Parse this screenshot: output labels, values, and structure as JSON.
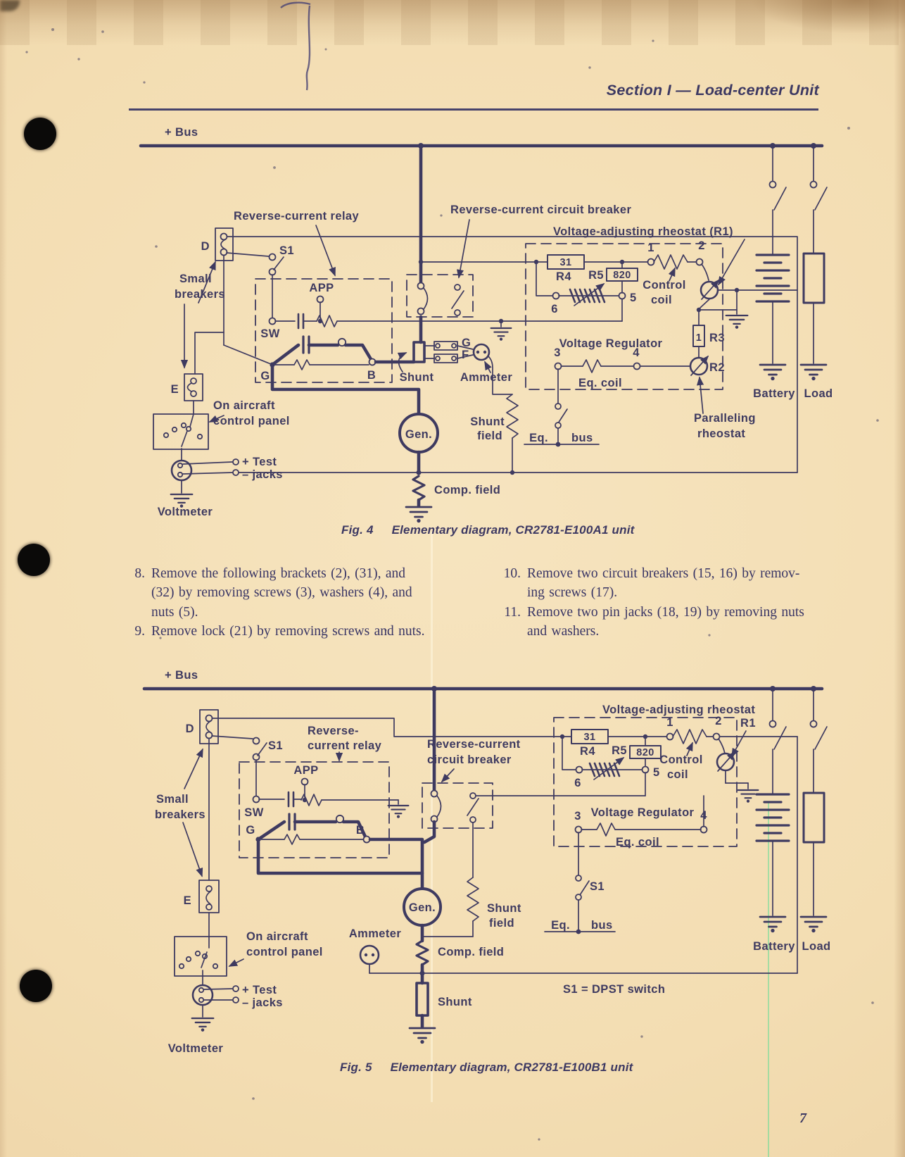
{
  "page": {
    "header": "Section I — Load-center Unit",
    "page_number": "7"
  },
  "instructions": {
    "items": [
      {
        "num": "8.",
        "lines": [
          "Remove the following brackets (2), (31), and",
          "(32) by removing screws (3), washers (4), and",
          "nuts (5)."
        ]
      },
      {
        "num": "9.",
        "lines": [
          "Remove lock (21) by removing screws and nuts."
        ]
      },
      {
        "num": "10.",
        "lines": [
          "Remove two circuit breakers (15, 16) by remov-",
          "ing screws (17)."
        ]
      },
      {
        "num": "11.",
        "lines": [
          "Remove two pin jacks (18, 19) by removing nuts",
          "and washers."
        ]
      }
    ]
  },
  "fig4": {
    "caption": {
      "fig": "Fig. 4",
      "text": "Elementary diagram, CR2781-E100A1 unit"
    },
    "labels": {
      "bus": "+ Bus",
      "relay": "Reverse-current relay",
      "rccb": "Reverse-current circuit breaker",
      "rheostat": "Voltage-adjusting rheostat (R1)",
      "d": "D",
      "s1": "S1",
      "small1": "Small",
      "small2": "breakers",
      "app": "APP",
      "sw": "SW",
      "g": "G",
      "b": "B",
      "e": "E",
      "on1": "On aircraft",
      "on2": "control panel",
      "test1": "+ Test",
      "test2": "– jacks",
      "voltmeter": "Voltmeter",
      "gen": "Gen.",
      "shunt": "Shunt",
      "amm_g": "G",
      "amm_f": "F",
      "ammeter": "Ammeter",
      "r4val": "31",
      "r4": "R4",
      "r5": "R5",
      "r5val": "820",
      "t1": "1",
      "t2": "2",
      "t5": "5",
      "t6": "6",
      "ctl1": "Control",
      "ctl2": "coil",
      "vreg": "Voltage Regulator",
      "t3": "3",
      "t4": "4",
      "eqcoil": "Eq. coil",
      "r3val": "1",
      "r3": "R3",
      "r2": "R2",
      "par1": "Paralleling",
      "par2": "rheostat",
      "eq": "Eq.",
      "eqbus": "bus",
      "sf1": "Shunt",
      "sf2": "field",
      "comp": "Comp. field",
      "battery": "Battery",
      "load": "Load"
    }
  },
  "fig5": {
    "caption": {
      "fig": "Fig. 5",
      "text": "Elementary diagram, CR2781-E100B1 unit"
    },
    "labels": {
      "bus": "+ Bus",
      "d": "D",
      "s1": "S1",
      "relay1": "Reverse-",
      "relay2": "current relay",
      "small1": "Small",
      "small2": "breakers",
      "app": "APP",
      "sw": "SW",
      "g": "G",
      "b": "B",
      "e": "E",
      "rccb1": "Reverse-current",
      "rccb2": "circuit breaker",
      "rheostat": "Voltage-adjusting rheostat",
      "r1": "R1",
      "r4val": "31",
      "r4": "R4",
      "r5": "R5",
      "r5val": "820",
      "t1": "1",
      "t2": "2",
      "t5": "5",
      "t6": "6",
      "ctl1": "Control",
      "ctl2": "coil",
      "vreg": "Voltage Regulator",
      "t3": "3",
      "t4": "4",
      "eqcoil": "Eq. coil",
      "s1b": "S1",
      "eq": "Eq.",
      "eqbus": "bus",
      "gen": "Gen.",
      "ammeter": "Ammeter",
      "sf1": "Shunt",
      "sf2": "field",
      "comp": "Comp. field",
      "shunt": "Shunt",
      "dpst": "S1 = DPST switch",
      "on1": "On aircraft",
      "on2": "control panel",
      "test1": "+ Test",
      "test2": "– jacks",
      "voltmeter": "Voltmeter",
      "battery": "Battery",
      "load": "Load"
    }
  }
}
